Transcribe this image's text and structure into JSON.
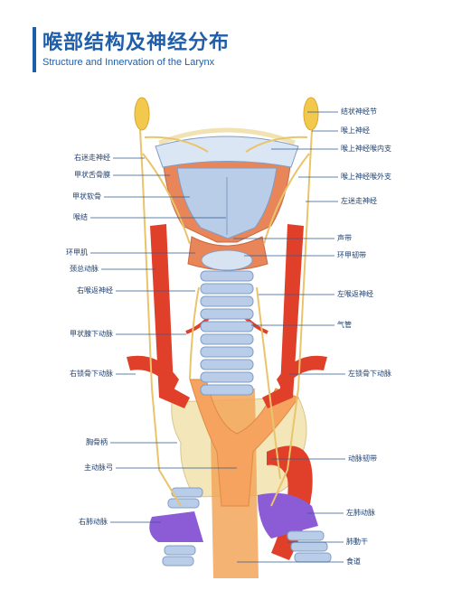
{
  "title": {
    "chinese": "喉部结构及神经分布",
    "english": "Structure and Innervation of the Larynx"
  },
  "labels_left": {
    "right_vagus": "右迷走神经",
    "thyrohyoid_membrane": "甲状舌骨膜",
    "thyroid_cartilage": "甲状软骨",
    "laryngeal_prominence": "喉结",
    "cricothyroid_muscle": "环甲肌",
    "common_carotid": "颈总动脉",
    "right_recurrent": "右喉返神经",
    "inferior_thyroid_artery": "甲状腺下动脉",
    "right_subclavian": "右锁骨下动脉",
    "manubrium": "胸骨柄",
    "aortic_arch": "主动脉弓",
    "right_pulmonary_artery": "右肺动脉"
  },
  "labels_right": {
    "nodose_ganglion": "结状神经节",
    "superior_laryngeal": "喉上神经",
    "internal_branch": "喉上神经喉内支",
    "external_branch": "喉上神经喉外支",
    "left_vagus": "左迷走神经",
    "vocal_cord": "声带",
    "cricothyroid_ligament": "环甲韧带",
    "left_recurrent": "左喉返神经",
    "trachea": "气管",
    "left_subclavian": "左锁骨下动脉",
    "ligamentum_arteriosum": "动脉韧带",
    "left_pulmonary_artery": "左肺动脉",
    "pulmonary_trunk": "肺動干",
    "esophagus": "食道"
  },
  "colors": {
    "title": "#1f5ea8",
    "label_text": "#1e3f6e",
    "leader_line": "#2f5a8f",
    "nerve": "#e9c46a",
    "artery": "#e0402a",
    "cartilage": "#b9cde8",
    "muscle": "#e8865a",
    "pulmonary": "#8c5bd6",
    "esophagus": "#f2a65a",
    "bone": "#f3e6b8"
  }
}
